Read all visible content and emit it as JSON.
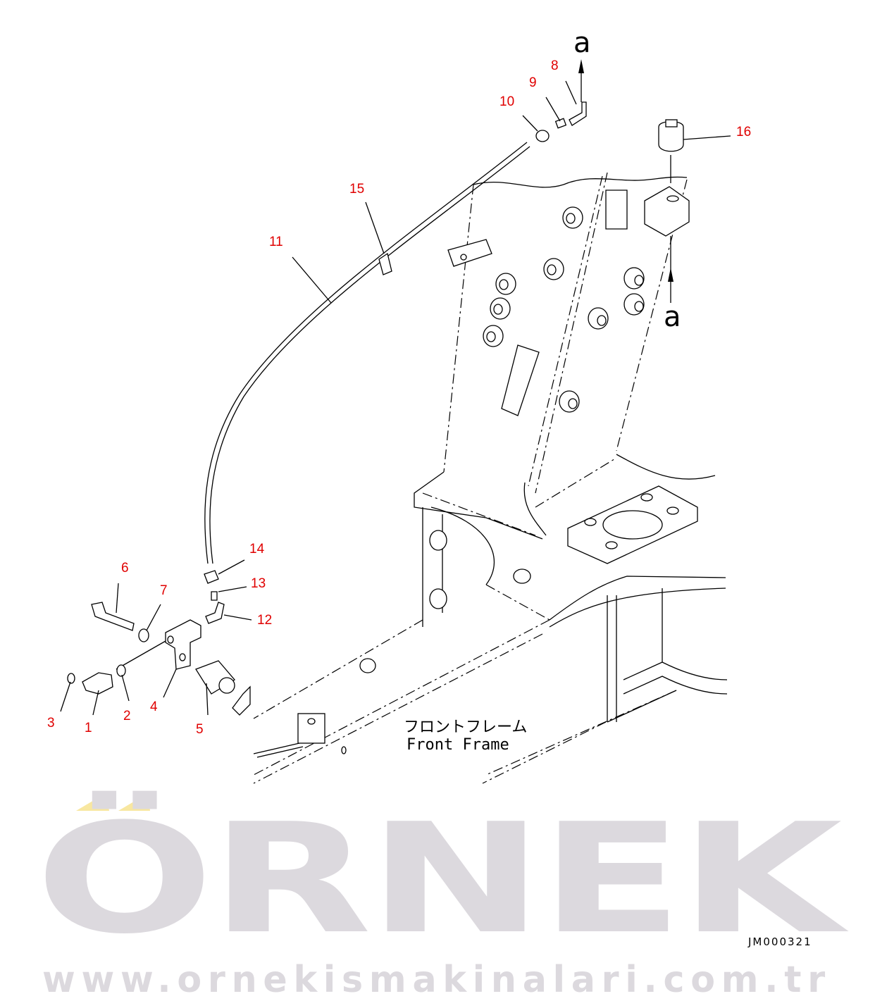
{
  "watermark": {
    "brand": "ÖRNEK",
    "url": "www.ornekismakinalari.com.tr",
    "brand_color": "#dcd9de",
    "accent_color": "#f8e7a0"
  },
  "callouts": [
    "1",
    "2",
    "3",
    "4",
    "5",
    "6",
    "7",
    "8",
    "9",
    "10",
    "11",
    "12",
    "13",
    "14",
    "15",
    "16"
  ],
  "callout_color": "#e00000",
  "arrow_labels": {
    "top": "a",
    "right": "a"
  },
  "frame_label": {
    "japanese": "フロントフレーム",
    "english": "Front Frame"
  },
  "drawing_code": "JM000321"
}
